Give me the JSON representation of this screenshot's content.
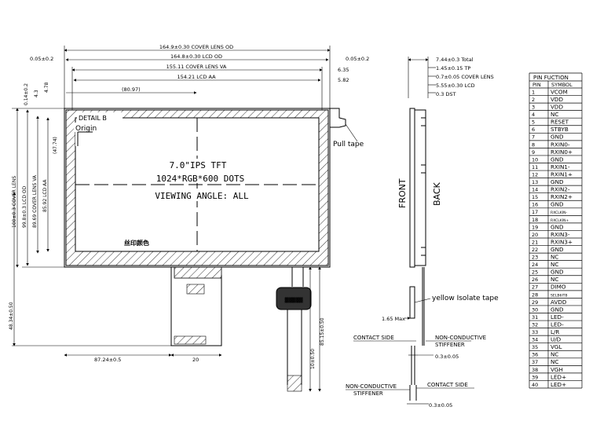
{
  "front_view": {
    "dimensions": {
      "cover_lens_od_w": "164.9±0.30 COVER LENS OD",
      "lcd_od_w": "164.8±0.30 LCD OD",
      "cover_lens_va_w": "155.11 COVER LENS VA",
      "lcd_aa_w": "154.21 LCD AA",
      "left_offset": "0.05±0.2",
      "right_offset": "0.05±0.2",
      "right_va": "6.35",
      "right_aa": "5.82",
      "top_offset": "0.14±0.2",
      "top_va": "4.3",
      "top_aa": "4.78",
      "center_x": "(80.97)",
      "center_y": "(47.74)",
      "cover_lens_od_h": "100±0.3 COVER LENS",
      "lcd_od_h": "99.8±0.3 LCD OD",
      "cover_lens_va_h": "89.69 COVER LENS VA",
      "lcd_aa_h": "85.92 LCD AA",
      "bottom_total": "48.34±0.50",
      "fpc_offset": "87.24±0.5",
      "fpc_width": "20",
      "fpc_len_1": "10±0.50",
      "fpc_len_2": "85.15±0.50"
    },
    "labels": {
      "detail": "DETAIL B",
      "origin": "Origin",
      "pull_tape": "Pull tape",
      "spec_line1": "7.0\"IPS TFT",
      "spec_line2": "1024*RGB*600 DOTS",
      "spec_line3": "VIEWING ANGLE: ALL",
      "silk_note": "丝印颜色",
      "contact_side": "CONTACT SIDE",
      "non_conductive": "NON-CONDUCTIVE",
      "stiffener": "STIFFENER",
      "thickness": "0.3±0.05",
      "fpc_label": "1.65 Max"
    }
  },
  "side_view": {
    "dimensions": {
      "total": "7.44±0.3 Total",
      "tp": "1.45±0.15 TP",
      "cover_lens": "0.7±0.05 COVER LENS",
      "lcd": "5.55±0.30 LCD",
      "dst": "0.3 DST"
    },
    "labels": {
      "front": "FRONT",
      "back": "BACK",
      "yellow_tape": "yellow Isolate tape",
      "non_conductive_1": "NON-CONDUCTIVE",
      "stiffener_1": "STIFFENER",
      "contact_side_1": "CONTACT SIDE",
      "thickness_1": "0.3±0.05",
      "contact_side_2": "CONTACT SIDE",
      "non_conductive_2": "NON-CONDUCTIVE",
      "stiffener_2": "STIFFENER",
      "thickness_2": "0.3±0.05"
    }
  },
  "pin_table": {
    "title": "PIN FUCTION",
    "headers": [
      "PIN",
      "SYMBOL"
    ],
    "rows": [
      [
        "1",
        "VCOM"
      ],
      [
        "2",
        "VDD"
      ],
      [
        "3",
        "VDD"
      ],
      [
        "4",
        "NC"
      ],
      [
        "5",
        "RESET"
      ],
      [
        "6",
        "STBYB"
      ],
      [
        "7",
        "GND"
      ],
      [
        "8",
        "RXIN0-"
      ],
      [
        "9",
        "RXIN0+"
      ],
      [
        "10",
        "GND"
      ],
      [
        "11",
        "RXIN1-"
      ],
      [
        "12",
        "RXIN1+"
      ],
      [
        "13",
        "GND"
      ],
      [
        "14",
        "RXIN2-"
      ],
      [
        "15",
        "RXIN2+"
      ],
      [
        "16",
        "GND"
      ],
      [
        "17",
        "RXCLKIN-"
      ],
      [
        "18",
        "RXCLKIN+"
      ],
      [
        "19",
        "GND"
      ],
      [
        "20",
        "RXIN3-"
      ],
      [
        "21",
        "RXIN3+"
      ],
      [
        "22",
        "GND"
      ],
      [
        "23",
        "NC"
      ],
      [
        "24",
        "NC"
      ],
      [
        "25",
        "GND"
      ],
      [
        "26",
        "NC"
      ],
      [
        "27",
        "DIMO"
      ],
      [
        "28",
        "SELB6IT8"
      ],
      [
        "29",
        "AVDD"
      ],
      [
        "30",
        "GND"
      ],
      [
        "31",
        "LED-"
      ],
      [
        "32",
        "LED-"
      ],
      [
        "33",
        "L/R"
      ],
      [
        "34",
        "U/D"
      ],
      [
        "35",
        "VGL"
      ],
      [
        "36",
        "NC"
      ],
      [
        "37",
        "NC"
      ],
      [
        "38",
        "VGH"
      ],
      [
        "39",
        "LED+"
      ],
      [
        "40",
        "LED+"
      ]
    ]
  }
}
